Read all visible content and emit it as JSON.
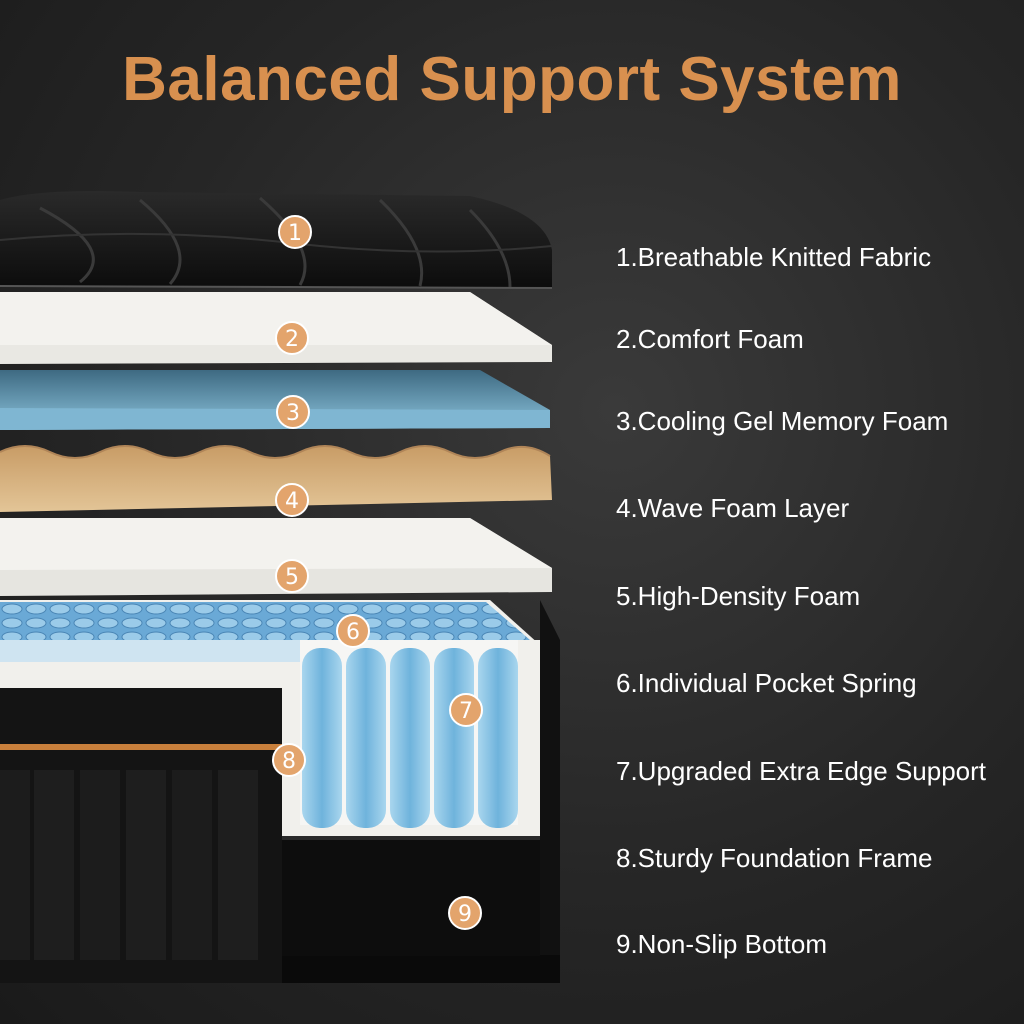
{
  "title": "Balanced Support System",
  "colors": {
    "accent": "#d8904f",
    "badge": "#e3a46c",
    "background": "#262626",
    "gel": "#7fb6d2",
    "wave": "#d8b483",
    "spring": "#8fc7e6"
  },
  "layers": [
    {
      "num": "1",
      "label": "1.Breathable Knitted Fabric"
    },
    {
      "num": "2",
      "label": "2.Comfort Foam"
    },
    {
      "num": "3",
      "label": "3.Cooling Gel Memory Foam"
    },
    {
      "num": "4",
      "label": "4.Wave Foam Layer"
    },
    {
      "num": "5",
      "label": "5.High-Density Foam"
    },
    {
      "num": "6",
      "label": "6.Individual Pocket Spring"
    },
    {
      "num": "7",
      "label": "7.Upgraded Extra Edge Support"
    },
    {
      "num": "8",
      "label": "8.Sturdy Foundation Frame"
    },
    {
      "num": "9",
      "label": "9.Non-Slip Bottom"
    }
  ]
}
